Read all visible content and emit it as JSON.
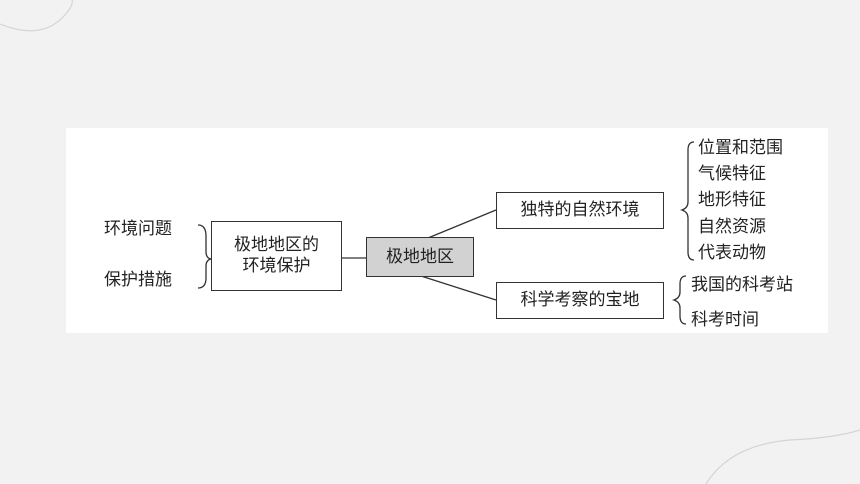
{
  "diagram": {
    "center": "极地地区",
    "left_node": {
      "line1": "极地地区的",
      "line2": "环境保护"
    },
    "left_items": [
      "环境问题",
      "保护措施"
    ],
    "upper_node": "独特的自然环境",
    "upper_items": [
      "位置和范围",
      "气候特征",
      "地形特征",
      "自然资源",
      "代表动物"
    ],
    "lower_node": "科学考察的宝地",
    "lower_items": [
      "我国的科考站",
      "科考时间"
    ]
  },
  "colors": {
    "background": "#f2f2f2",
    "panel": "#ffffff",
    "center_fill": "#d2d2d2",
    "stroke": "#333333"
  }
}
